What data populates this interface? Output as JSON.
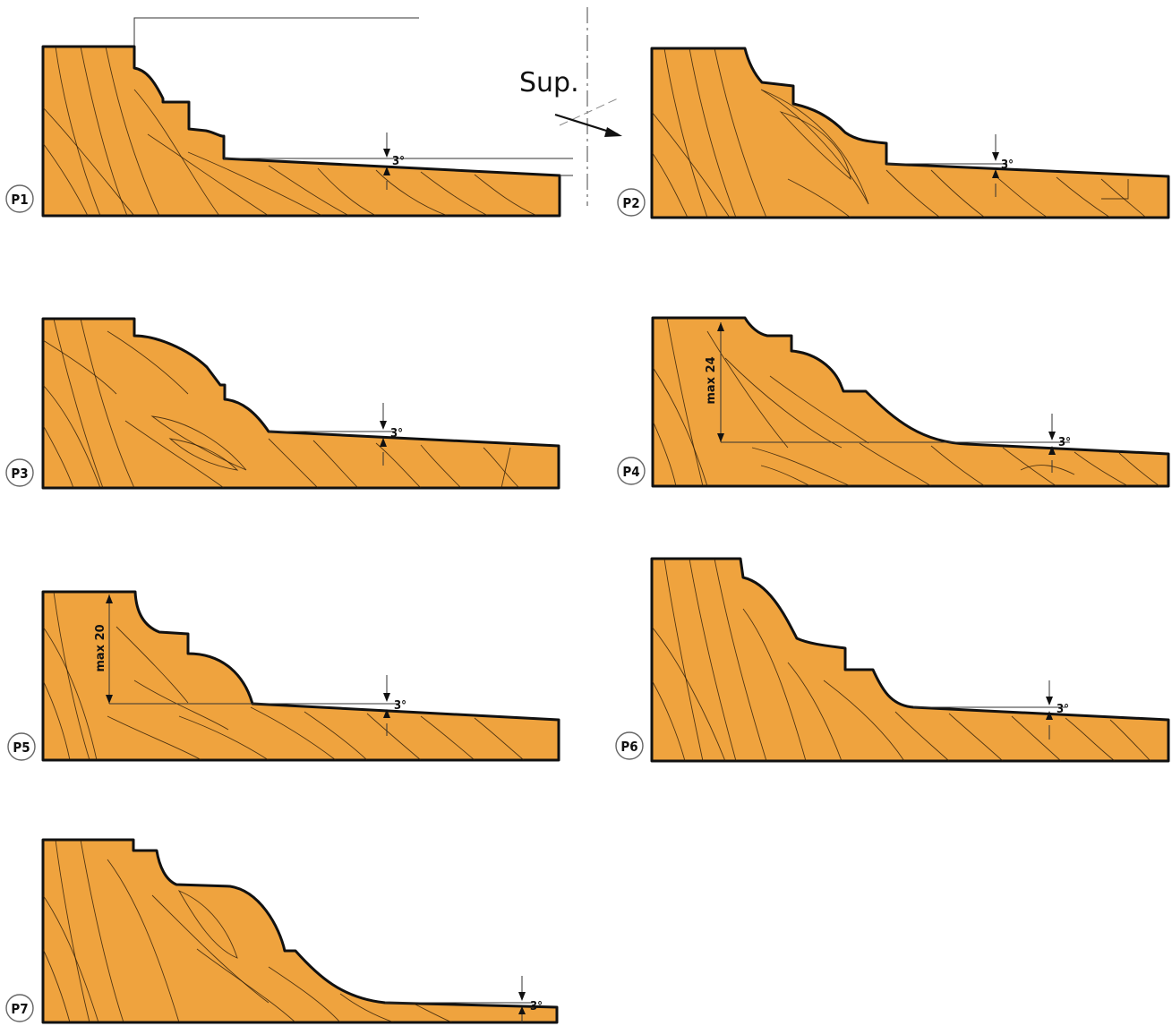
{
  "profiles": [
    {
      "label": "P1",
      "angle": "3°"
    },
    {
      "label": "P2",
      "angle": "3°"
    },
    {
      "label": "P3",
      "angle": "3°"
    },
    {
      "label": "P4",
      "angle": "3°",
      "max_label": "max 24"
    },
    {
      "label": "P5",
      "angle": "3°",
      "max_label": "max 20"
    },
    {
      "label": "P6",
      "angle": "3°"
    },
    {
      "label": "P7",
      "angle": "3°"
    }
  ],
  "annotation": {
    "text": "Sup."
  },
  "colors": {
    "wood": "#EFA33E",
    "outline": "#111111",
    "background": "#FFFFFF"
  }
}
